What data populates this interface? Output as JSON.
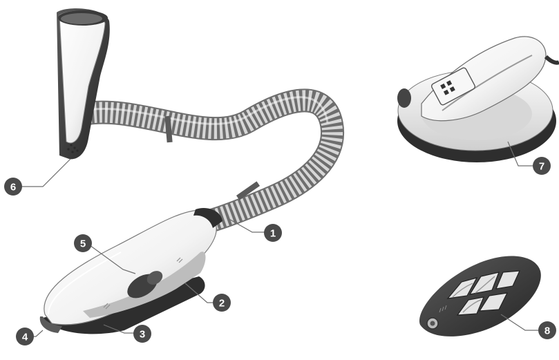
{
  "colors": {
    "dark_shell": "#3d3d3d",
    "light_shell": "#f4f4f4",
    "mid_gray": "#b9b9b9",
    "stripe_light": "#d9d9d9",
    "stripe_dark": "#8e8e8e",
    "badge": "#4a4a4a",
    "leader": "#6d6d6d"
  },
  "callouts": [
    {
      "id": "c1",
      "number": "1"
    },
    {
      "id": "c2",
      "number": "2"
    },
    {
      "id": "c3",
      "number": "3"
    },
    {
      "id": "c4",
      "number": "4"
    },
    {
      "id": "c5",
      "number": "5"
    },
    {
      "id": "c6",
      "number": "6"
    },
    {
      "id": "c7",
      "number": "7"
    },
    {
      "id": "c8",
      "number": "8"
    }
  ]
}
